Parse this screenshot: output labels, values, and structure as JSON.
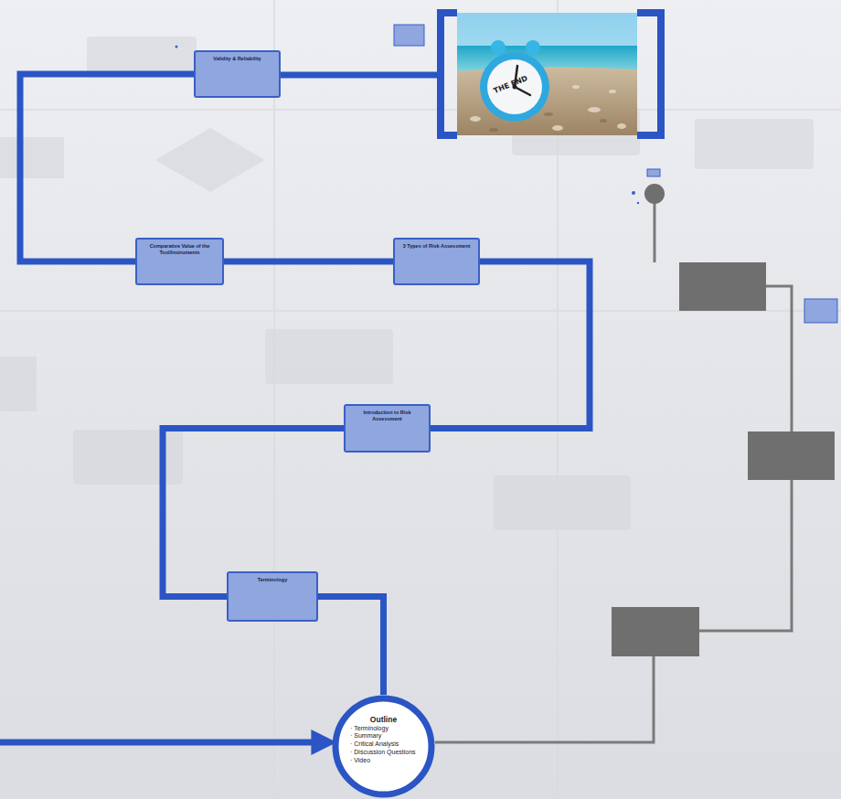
{
  "diagram": {
    "nodes": [
      {
        "text": [
          "Validity & Reliability"
        ]
      },
      {
        "text": [
          "Comparative Value of the Tool/Instruments"
        ]
      },
      {
        "text": [
          "3 Types of Risk Assessment"
        ]
      },
      {
        "text": [
          "Introduction to Risk Assessment"
        ]
      },
      {
        "text": [
          "Terminology"
        ]
      },
      {
        "text": [
          "Outline",
          "· Terminology",
          "· Summary",
          "· Critical Analysis",
          "· Discussion Questions",
          "· Video"
        ]
      }
    ],
    "edges": [
      {
        "from": 5,
        "to": 4,
        "arrow": "none"
      },
      {
        "from": 4,
        "to": 3,
        "arrow": "none"
      },
      {
        "from": 3,
        "to": 2,
        "arrow": "none"
      },
      {
        "from": 2,
        "to": 1,
        "arrow": "none"
      },
      {
        "from": 1,
        "to": 0,
        "arrow": "none"
      }
    ],
    "labels": [
      "THE END"
    ]
  }
}
